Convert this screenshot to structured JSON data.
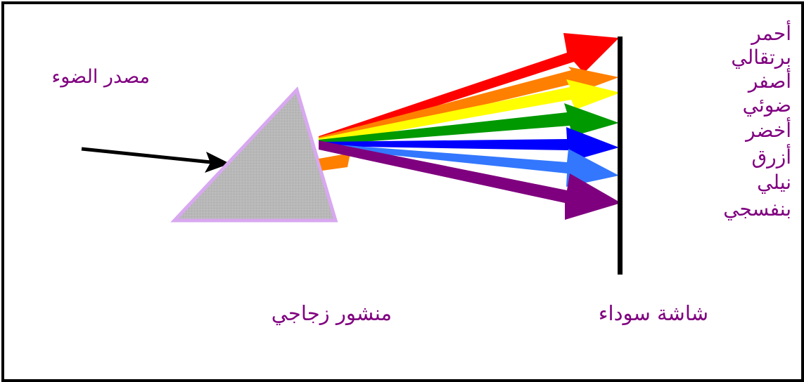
{
  "labels": {
    "light_source": "مصدر الضوء",
    "prism": "منشور زجاجي",
    "screen": "شاشة سوداء"
  },
  "spectrum": [
    {
      "name": "أحمر",
      "color": "#ff0000"
    },
    {
      "name": "برتقالي",
      "color": "#ff7f00"
    },
    {
      "name": "أصفر",
      "color": "#ffff00"
    },
    {
      "name": "ضوئي",
      "color": "#009900"
    },
    {
      "name": "أخضر",
      "color": "#008000"
    },
    {
      "name": "أزرق",
      "color": "#0000ff"
    },
    {
      "name": "نيلي",
      "color": "#3377ff"
    },
    {
      "name": "بنفسجي",
      "color": "#7f007f"
    }
  ],
  "colors": {
    "label_text": "#800080",
    "prism_fill": "#b8b8b8",
    "prism_outline": "#d8a8f0",
    "screen": "#000000",
    "frame": "#000000"
  }
}
